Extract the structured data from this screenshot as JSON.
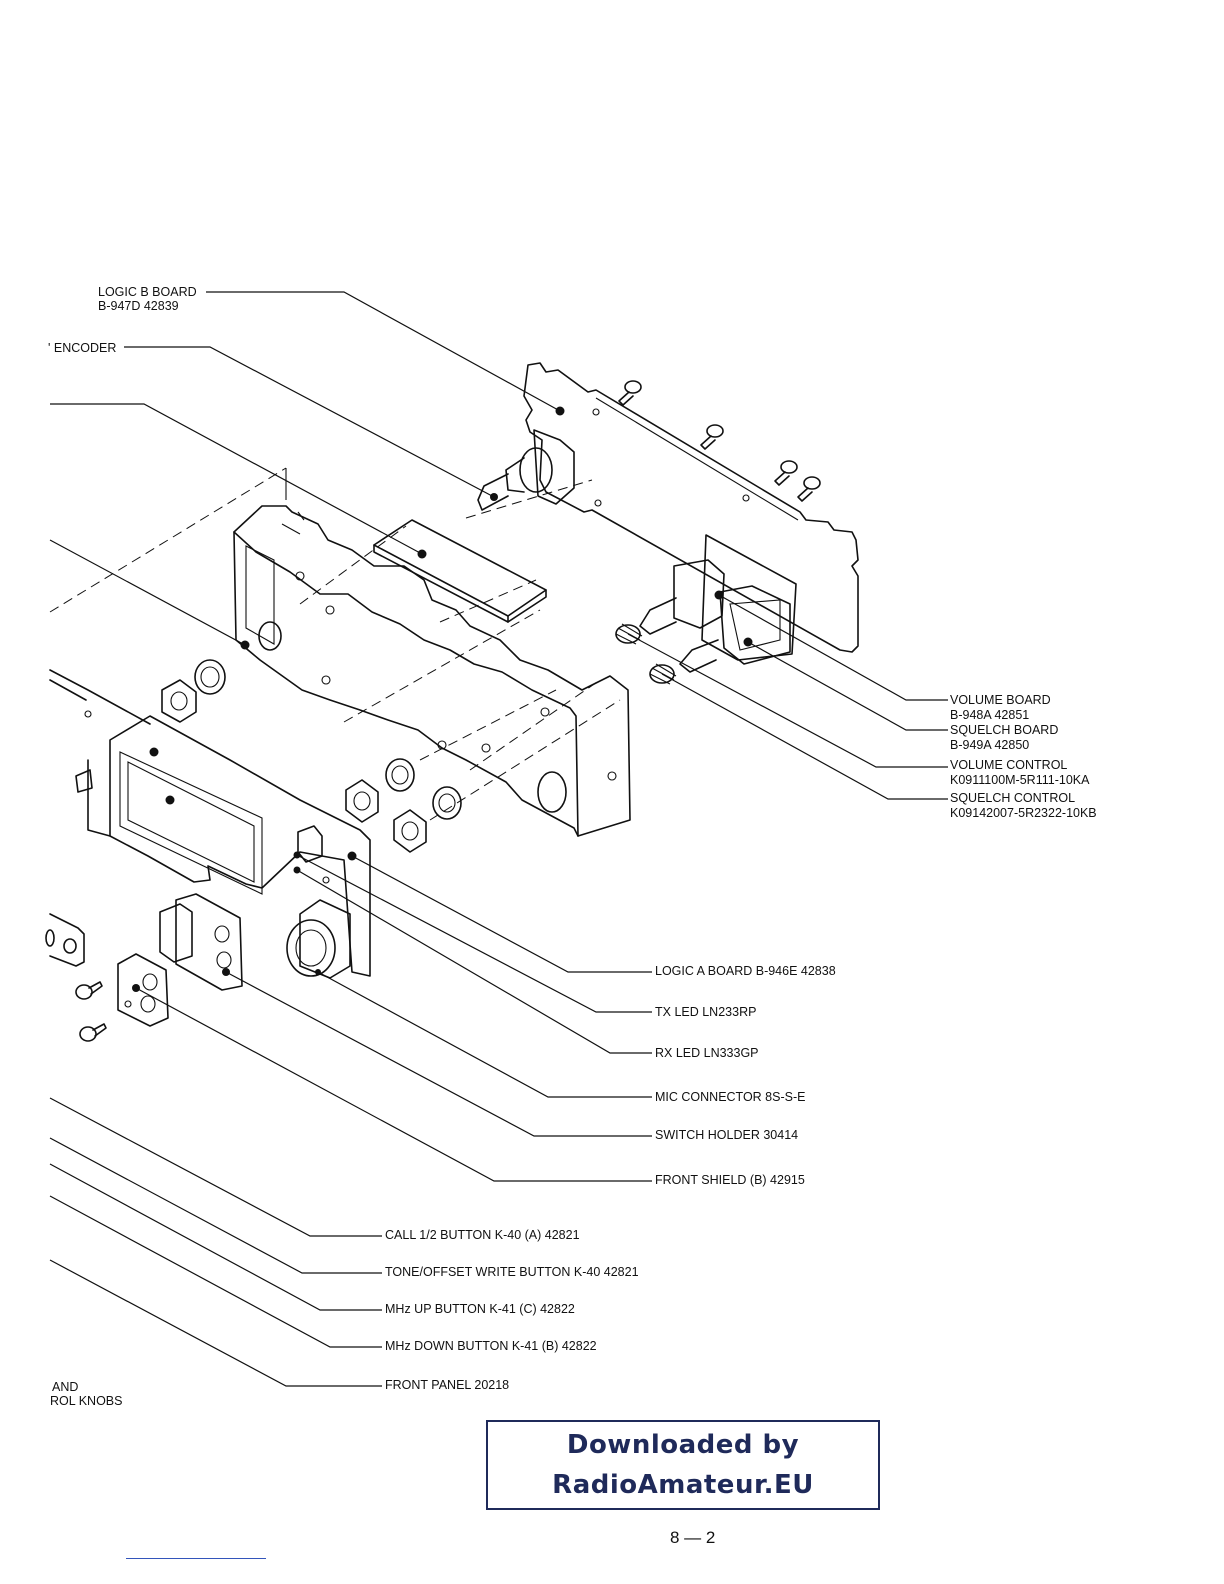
{
  "labels": {
    "logic_b_board": "LOGIC B BOARD",
    "logic_b_board_part": "B-947D 42839",
    "encoder": "' ENCODER",
    "volume_board": "VOLUME BOARD",
    "volume_board_part": "B-948A 42851",
    "squelch_board": "SQUELCH BOARD",
    "squelch_board_part": "B-949A 42850",
    "volume_control": "VOLUME CONTROL",
    "volume_control_part": "K0911100M-5R111-10KA",
    "squelch_control": "SQUELCH CONTROL",
    "squelch_control_part": "K09142007-5R2322-10KB",
    "logic_a_board": "LOGIC A BOARD B-946E 42838",
    "tx_led": "TX LED LN233RP",
    "rx_led": "RX LED LN333GP",
    "mic_connector": "MIC CONNECTOR 8S-S-E",
    "switch_holder": "SWITCH HOLDER 30414",
    "front_shield": "FRONT SHIELD (B) 42915",
    "call_button": "CALL 1/2 BUTTON K-40 (A) 42821",
    "tone_offset_button": "TONE/OFFSET WRITE BUTTON K-40 42821",
    "mhz_up_button": "MHz UP BUTTON K-41 (C) 42822",
    "mhz_down_button": "MHz DOWN BUTTON K-41 (B) 42822",
    "front_panel": "FRONT PANEL 20218",
    "knobs_line1": "AND",
    "knobs_line2": "ROL KNOBS"
  },
  "watermark": {
    "line1": "Downloaded by",
    "line2": "RadioAmateur.EU",
    "color": "#1f2a5a"
  },
  "page_number": "8 — 2"
}
